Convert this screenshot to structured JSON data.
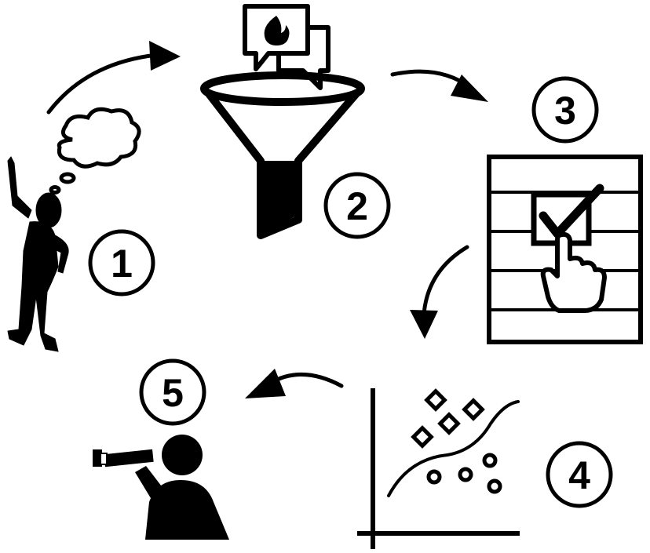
{
  "diagram": {
    "style": "black pictograms on white background, clockwise cycle",
    "colors": {
      "ink": "#000000",
      "background": "#ffffff"
    },
    "steps": [
      {
        "number": "1",
        "icon": "person-thinking-icon"
      },
      {
        "number": "2",
        "icon": "funnel-with-chat-bubbles-icon"
      },
      {
        "number": "3",
        "icon": "checklist-select-icon"
      },
      {
        "number": "4",
        "icon": "scatter-plot-icon"
      },
      {
        "number": "5",
        "icon": "person-with-telescope-icon"
      }
    ],
    "arrows": [
      {
        "from": "1",
        "to": "2"
      },
      {
        "from": "2",
        "to": "3"
      },
      {
        "from": "3",
        "to": "4"
      },
      {
        "from": "4",
        "to": "5"
      }
    ]
  }
}
